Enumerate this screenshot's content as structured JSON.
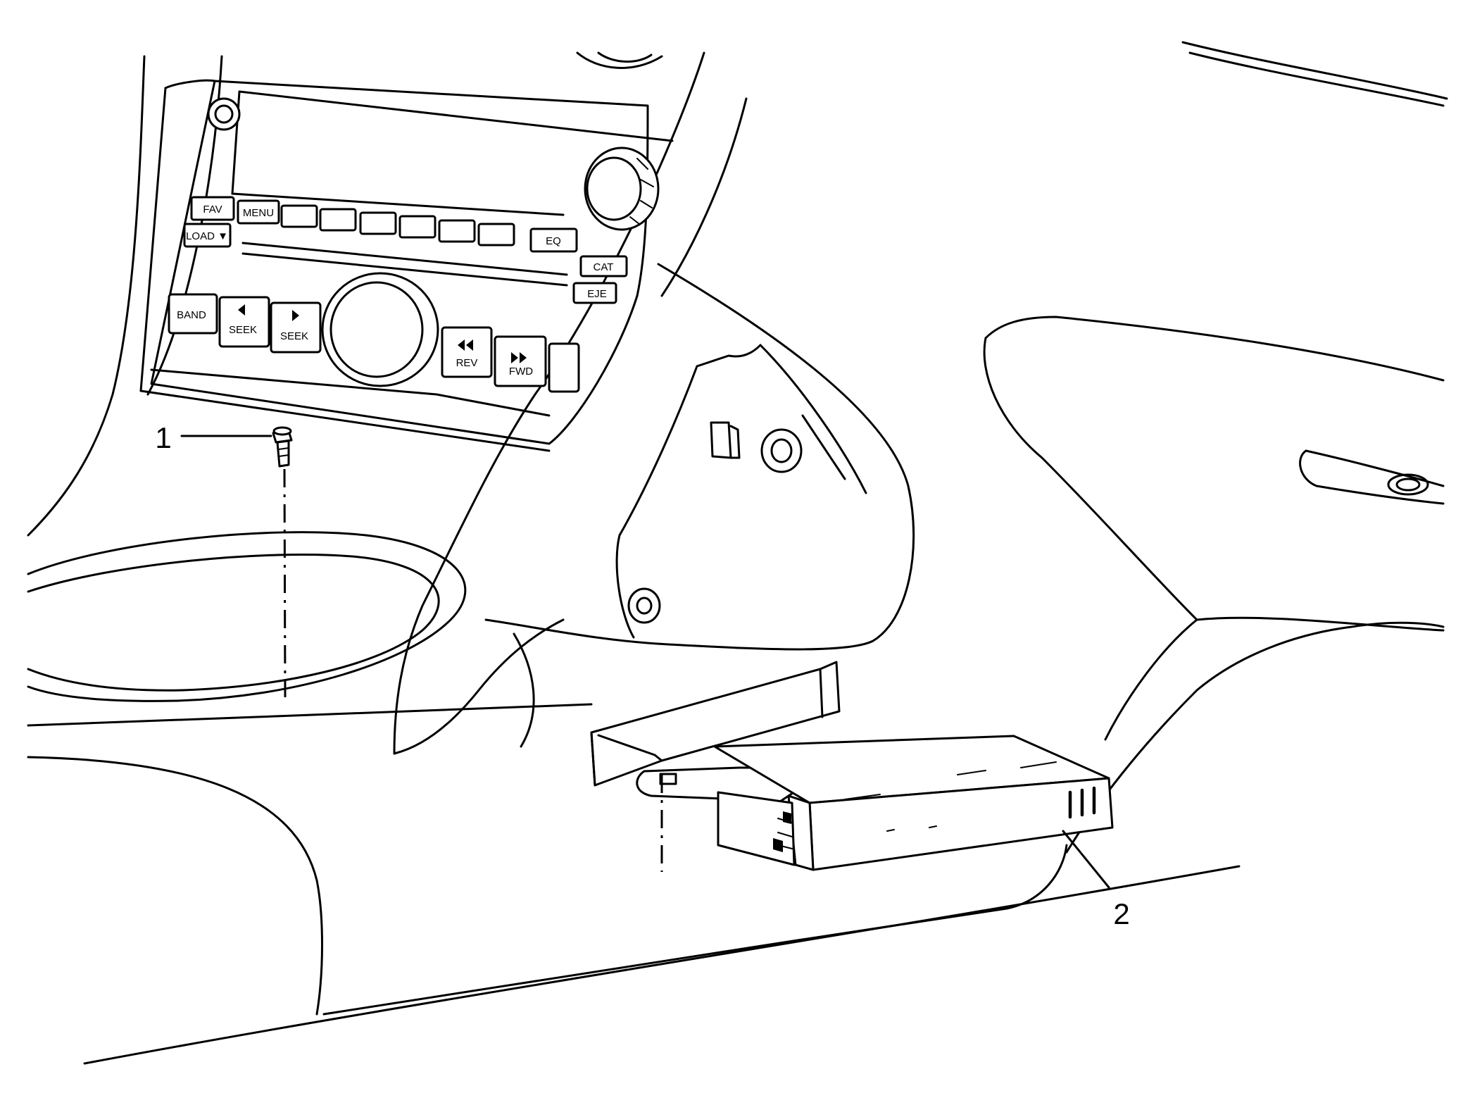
{
  "radio_buttons": {
    "fav": "FAV",
    "menu": "MENU",
    "load": "LOAD ▼",
    "eq": "EQ",
    "cat": "CAT",
    "eject": "EJE",
    "band": "BAND",
    "seek_back": "SEEK",
    "seek_fwd": "SEEK",
    "rev": "REV",
    "fwd": "FWD"
  },
  "callouts": {
    "fastener": "1",
    "module": "2"
  }
}
